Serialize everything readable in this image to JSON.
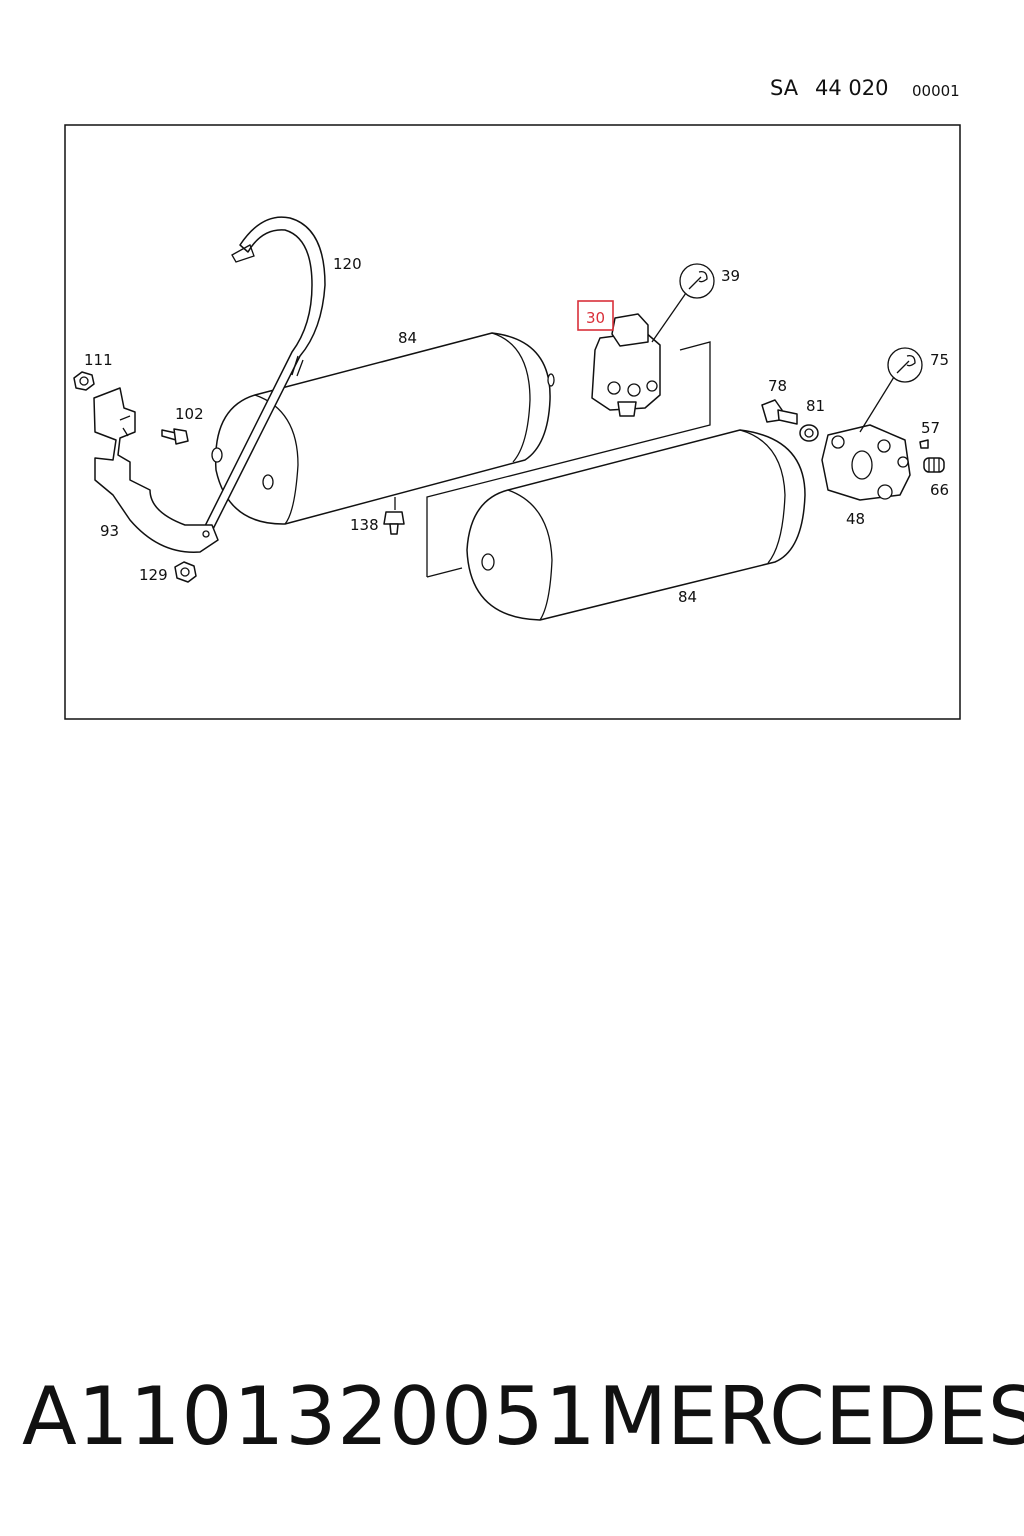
{
  "header": {
    "sa": "SA",
    "group": "44 020",
    "number": "00001"
  },
  "callouts": {
    "c120": "120",
    "c84a": "84",
    "c111": "111",
    "c102": "102",
    "c93": "93",
    "c129": "129",
    "c138": "138",
    "c30": "30",
    "c39": "39",
    "c75": "75",
    "c78": "78",
    "c81": "81",
    "c57": "57",
    "c66": "66",
    "c48": "48",
    "c84b": "84"
  },
  "highlight": {
    "label": "30",
    "color": "#d9303a"
  },
  "footer": {
    "part_number": "A1101320051",
    "brand": "MERCEDES"
  }
}
